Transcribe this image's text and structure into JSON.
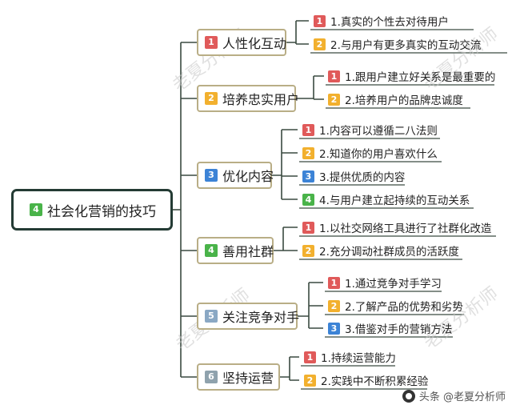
{
  "colors": {
    "b1": "#e05a5a",
    "b2": "#f2b02e",
    "b3": "#3c83d6",
    "b4": "#49b349",
    "b5": "#8aa8c4",
    "b6": "#8fa2ad",
    "line": "#3a4a40"
  },
  "root": {
    "num": "4",
    "label": "社会化营销的技巧"
  },
  "branches": [
    {
      "num": "1",
      "label": "人性化互动",
      "items": [
        {
          "num": "1",
          "text": "1.真实的个性去对待用户"
        },
        {
          "num": "2",
          "text": "2.与用户有更多真实的互动交流"
        }
      ]
    },
    {
      "num": "2",
      "label": "培养忠实用户",
      "items": [
        {
          "num": "1",
          "text": "1.跟用户建立好关系是最重要的"
        },
        {
          "num": "2",
          "text": "2.培养用户的品牌忠诚度"
        }
      ]
    },
    {
      "num": "3",
      "label": "优化内容",
      "items": [
        {
          "num": "1",
          "text": "1.内容可以遵循二八法则"
        },
        {
          "num": "2",
          "text": "2.知道你的用户喜欢什么"
        },
        {
          "num": "3",
          "text": "3.提供优质的内容"
        },
        {
          "num": "4",
          "text": "4.与用户建立起持续的互动关系"
        }
      ]
    },
    {
      "num": "4",
      "label": "善用社群",
      "items": [
        {
          "num": "1",
          "text": "1.以社交网络工具进行了社群化改造"
        },
        {
          "num": "2",
          "text": "2.充分调动社群成员的活跃度"
        }
      ]
    },
    {
      "num": "5",
      "label": "关注竞争对手",
      "items": [
        {
          "num": "1",
          "text": "1.通过竞争对手学习"
        },
        {
          "num": "2",
          "text": "2.了解产品的优势和劣势"
        },
        {
          "num": "3",
          "text": "3.借鉴对手的营销方法"
        }
      ]
    },
    {
      "num": "6",
      "label": "坚持运营",
      "items": [
        {
          "num": "1",
          "text": "1.持续运营能力"
        },
        {
          "num": "2",
          "text": "2.实践中不断积累经验"
        }
      ]
    }
  ],
  "watermark": "老夏分析师",
  "footer": "头条 @老夏分析师"
}
